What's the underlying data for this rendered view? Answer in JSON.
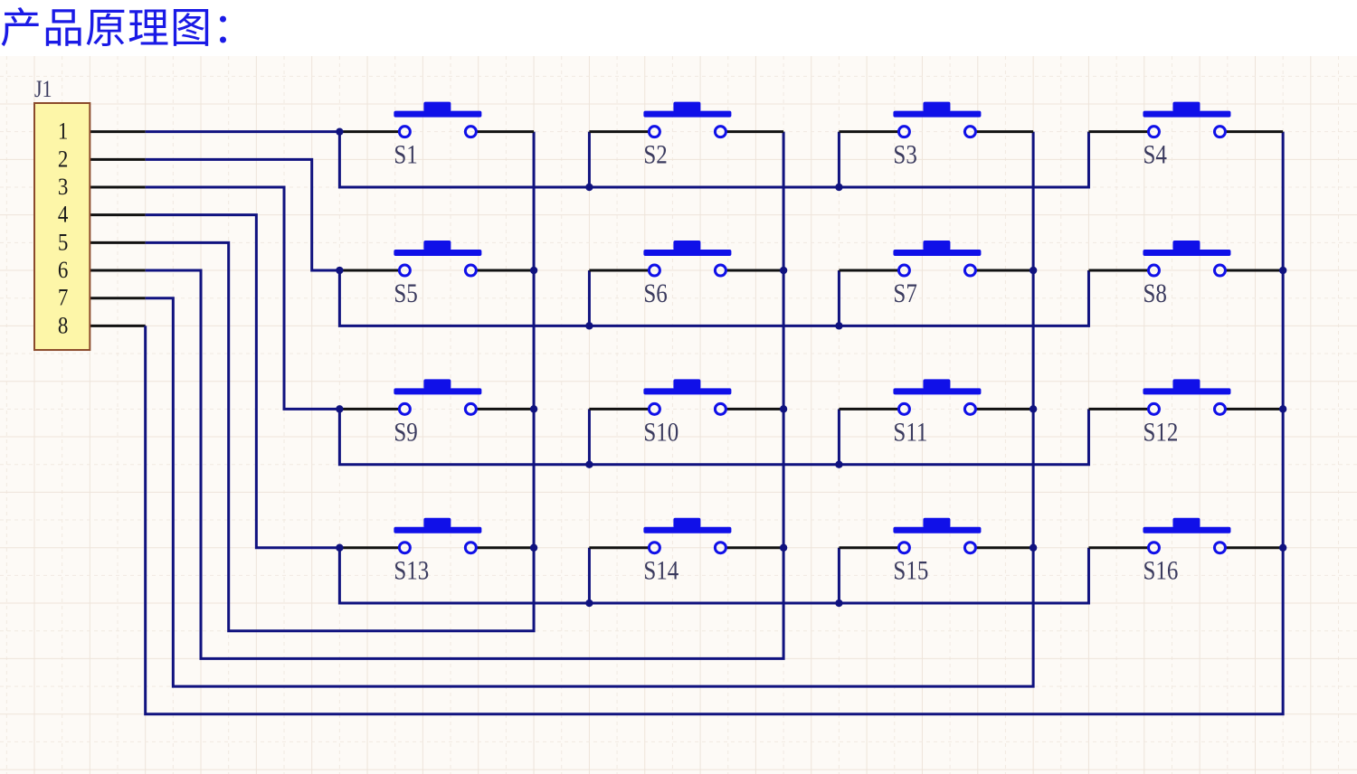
{
  "title": "产品原理图：",
  "connector": {
    "ref": "J1",
    "pins": [
      "1",
      "2",
      "3",
      "4",
      "5",
      "6",
      "7",
      "8"
    ]
  },
  "switches": [
    {
      "ref": "S1",
      "row": 1,
      "col": 1
    },
    {
      "ref": "S2",
      "row": 1,
      "col": 2
    },
    {
      "ref": "S3",
      "row": 1,
      "col": 3
    },
    {
      "ref": "S4",
      "row": 1,
      "col": 4
    },
    {
      "ref": "S5",
      "row": 2,
      "col": 1
    },
    {
      "ref": "S6",
      "row": 2,
      "col": 2
    },
    {
      "ref": "S7",
      "row": 2,
      "col": 3
    },
    {
      "ref": "S8",
      "row": 2,
      "col": 4
    },
    {
      "ref": "S9",
      "row": 3,
      "col": 1
    },
    {
      "ref": "S10",
      "row": 3,
      "col": 2
    },
    {
      "ref": "S11",
      "row": 3,
      "col": 3
    },
    {
      "ref": "S12",
      "row": 3,
      "col": 4
    },
    {
      "ref": "S13",
      "row": 4,
      "col": 1
    },
    {
      "ref": "S14",
      "row": 4,
      "col": 2
    },
    {
      "ref": "S15",
      "row": 4,
      "col": 3
    },
    {
      "ref": "S16",
      "row": 4,
      "col": 4
    }
  ],
  "nets": {
    "row_pins": [
      "1",
      "2",
      "3",
      "4"
    ],
    "col_pins": [
      "5",
      "6",
      "7",
      "8"
    ]
  },
  "colors": {
    "title": "#1a1ae6",
    "background": "#fdfaf6",
    "grid_major": "#eee4da",
    "grid_minor": "#f1e9e1",
    "wire": "#10127f",
    "pin_stub": "#111111",
    "switch": "#1010e8",
    "junction": "#10127f",
    "connector_fill": "#fdf6a8",
    "connector_border": "#8b4a2b",
    "ref_label": "#3a3a5e",
    "pin_number": "#1a1a1a"
  }
}
